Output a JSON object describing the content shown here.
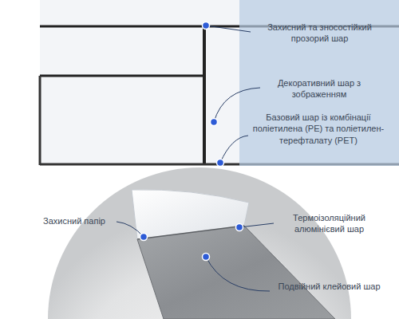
{
  "diagram": {
    "labels": [
      "Захисний та зносостійкий прозорий шар",
      "Декоративний шар з зображенням",
      "Базовий шар із комбінації поліетилена (PE) та поліетилен-терефталату (PET)",
      "Захисний папір",
      "Термоізоляційний алюмінієвий шар",
      "Подвійний клейовий шар"
    ]
  }
}
